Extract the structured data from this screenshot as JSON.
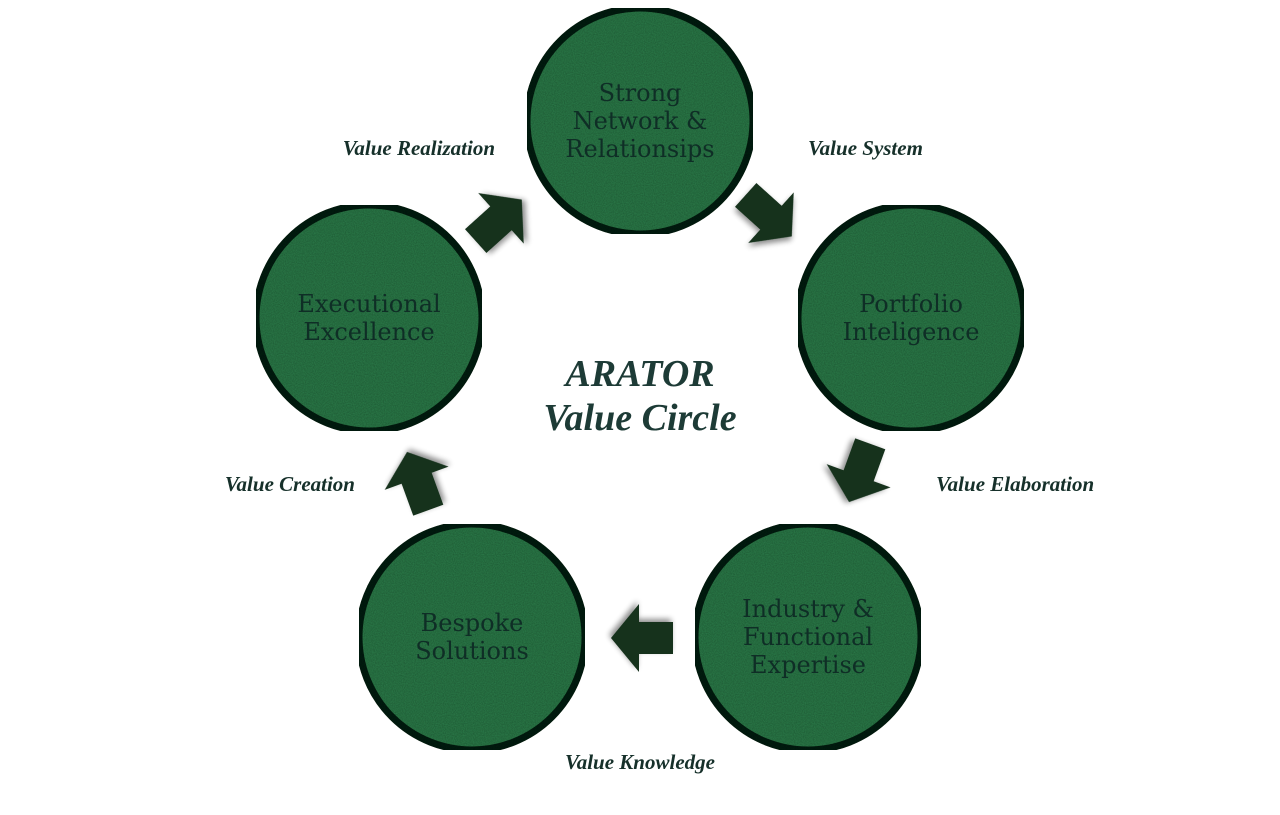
{
  "title": {
    "line1": "ARATOR",
    "line2": "Value Circle"
  },
  "nodes": [
    {
      "lines": [
        "Strong",
        "Network &",
        "Relationsips"
      ]
    },
    {
      "lines": [
        "Portfolio",
        "Inteligence"
      ]
    },
    {
      "lines": [
        "Industry &",
        "Functional",
        "Expertise"
      ]
    },
    {
      "lines": [
        "Bespoke",
        "Solutions"
      ]
    },
    {
      "lines": [
        "Executional",
        "Excellence"
      ]
    }
  ],
  "stages": [
    {
      "label": "Value System"
    },
    {
      "label": "Value Elaboration"
    },
    {
      "label": "Value Knowledge"
    },
    {
      "label": "Value Creation"
    },
    {
      "label": "Value Realization"
    }
  ],
  "colors": {
    "circle_fill": "#2f7d4c",
    "circle_border": "#0f2414",
    "arrow": "#14301b",
    "text": "#0f2e26",
    "title": "#1d3b36"
  }
}
